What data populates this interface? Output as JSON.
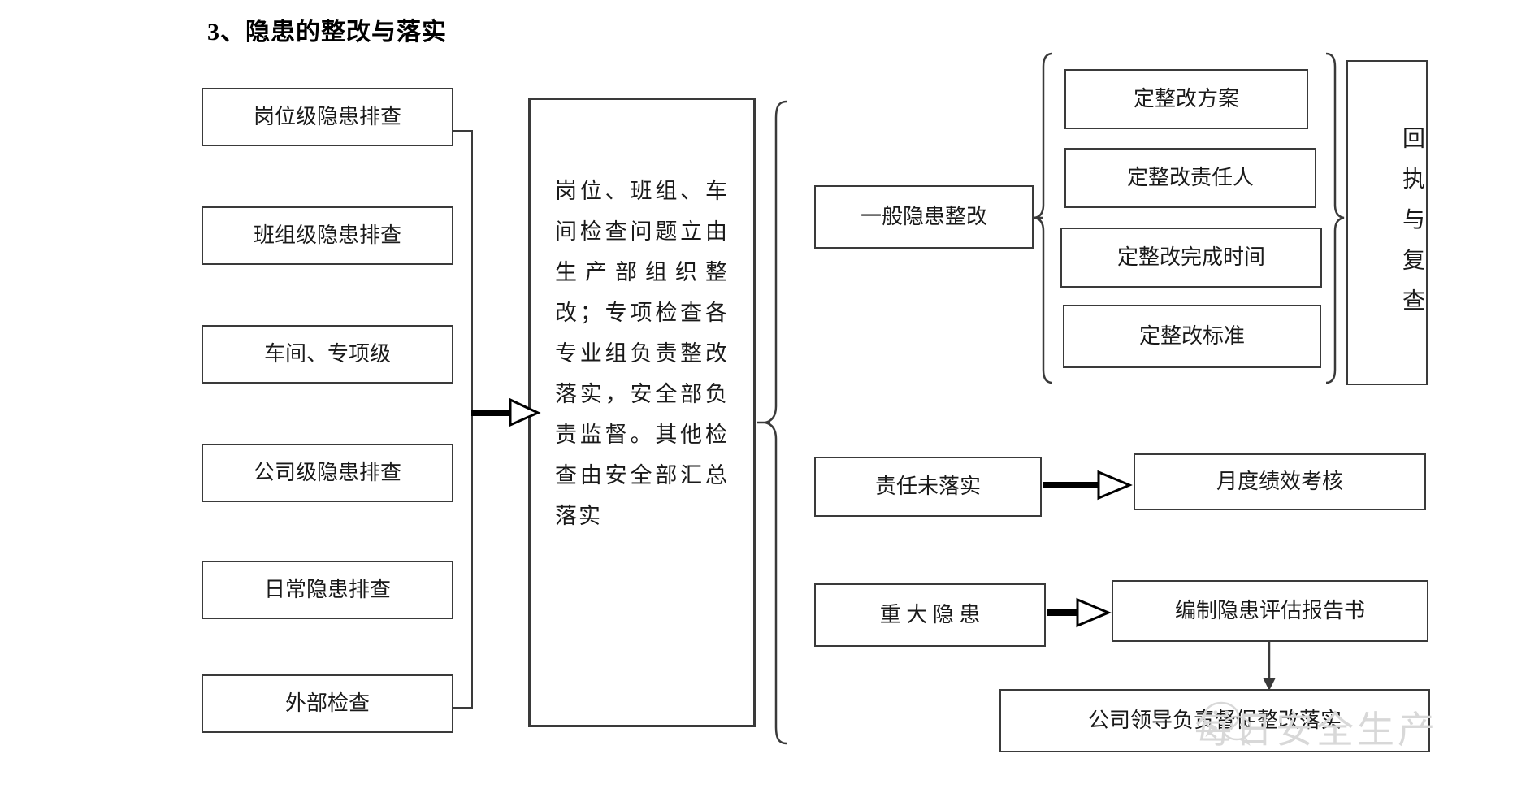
{
  "document": {
    "title": "3、隐患的整改与落实",
    "type": "flowchart"
  },
  "chart_data": {
    "type": "diagram",
    "title": "3、隐患的整改与落实",
    "nodes": {
      "inspection_levels": [
        "岗位级隐患排查",
        "班组级隐患排查",
        "车间、专项级",
        "公司级隐患排查",
        "日常隐患排查",
        "外部检查"
      ],
      "process_description": "岗位、班组、车间检查问题立由生产部组织整改；专项检查各专业组负责整改落实，安全部负责监督。其他检查由安全部汇总落实",
      "branches": [
        "一般隐患整改",
        "责任未落实",
        "重  大  隐  患"
      ],
      "rectification_items": [
        "定整改方案",
        "定整改责任人",
        "定整改完成时间",
        "定整改标准"
      ],
      "receipt_review": "回执与复查",
      "performance_check": "月度绩效考核",
      "major_report": "编制隐患评估报告书",
      "leader_supervise": "公司领导负责督促整改落实"
    },
    "edges": [
      {
        "from": "inspection_levels",
        "to": "process_description",
        "style": "thick-arrow"
      },
      {
        "from": "process_description",
        "to": "branches",
        "style": "brace"
      },
      {
        "from": "一般隐患整改",
        "to": "rectification_items",
        "style": "brace"
      },
      {
        "from": "rectification_items",
        "to": "回执与复查",
        "style": "brace"
      },
      {
        "from": "责任未落实",
        "to": "月度绩效考核",
        "style": "thick-arrow"
      },
      {
        "from": "重  大  隐  患",
        "to": "编制隐患评估报告书",
        "style": "thick-arrow"
      },
      {
        "from": "编制隐患评估报告书",
        "to": "公司领导负责督促整改落实",
        "style": "thin-arrow-down"
      }
    ]
  },
  "watermark": {
    "text": "每日安全生产",
    "logo": "wechat-icon",
    "color": "#d8d8d8"
  },
  "colors": {
    "stroke": "#3a3a3a",
    "arrow": "#000000",
    "background": "#ffffff",
    "text": "#1a1a1a"
  }
}
